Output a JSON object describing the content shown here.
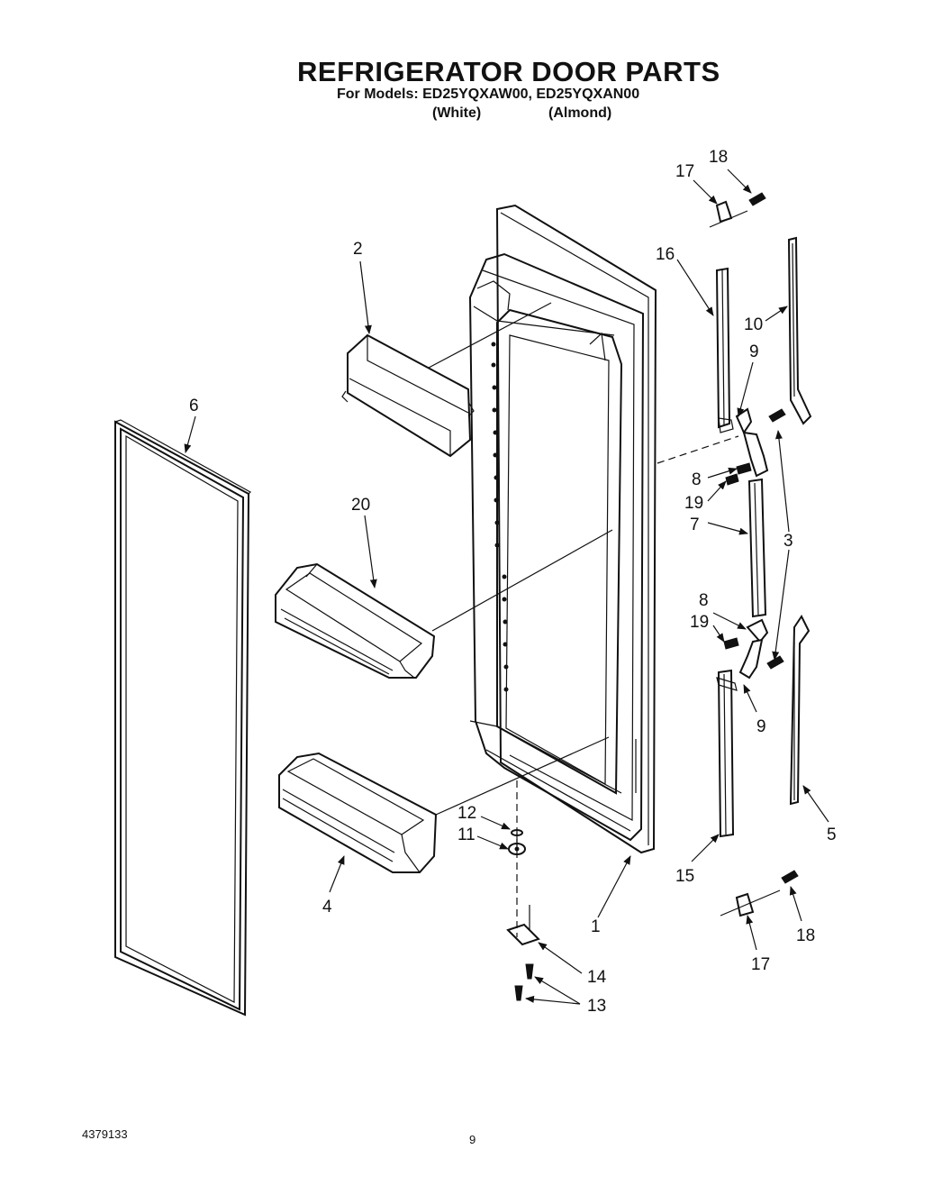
{
  "header": {
    "title": "REFRIGERATOR DOOR PARTS",
    "models": "For Models: ED25YQXAW00, ED25YQXAN00",
    "color_white": "(White)",
    "color_almond": "(Almond)"
  },
  "callouts": {
    "c1": "1",
    "c2": "2",
    "c3": "3",
    "c4": "4",
    "c5": "5",
    "c6": "6",
    "c7": "7",
    "c8a": "8",
    "c8b": "8",
    "c9a": "9",
    "c9b": "9",
    "c10": "10",
    "c11": "11",
    "c12": "12",
    "c13": "13",
    "c14": "14",
    "c15": "15",
    "c16": "16",
    "c17a": "17",
    "c17b": "17",
    "c18a": "18",
    "c18b": "18",
    "c19a": "19",
    "c19b": "19",
    "c20": "20"
  },
  "footer": {
    "doc_number": "4379133",
    "page_number": "9"
  }
}
